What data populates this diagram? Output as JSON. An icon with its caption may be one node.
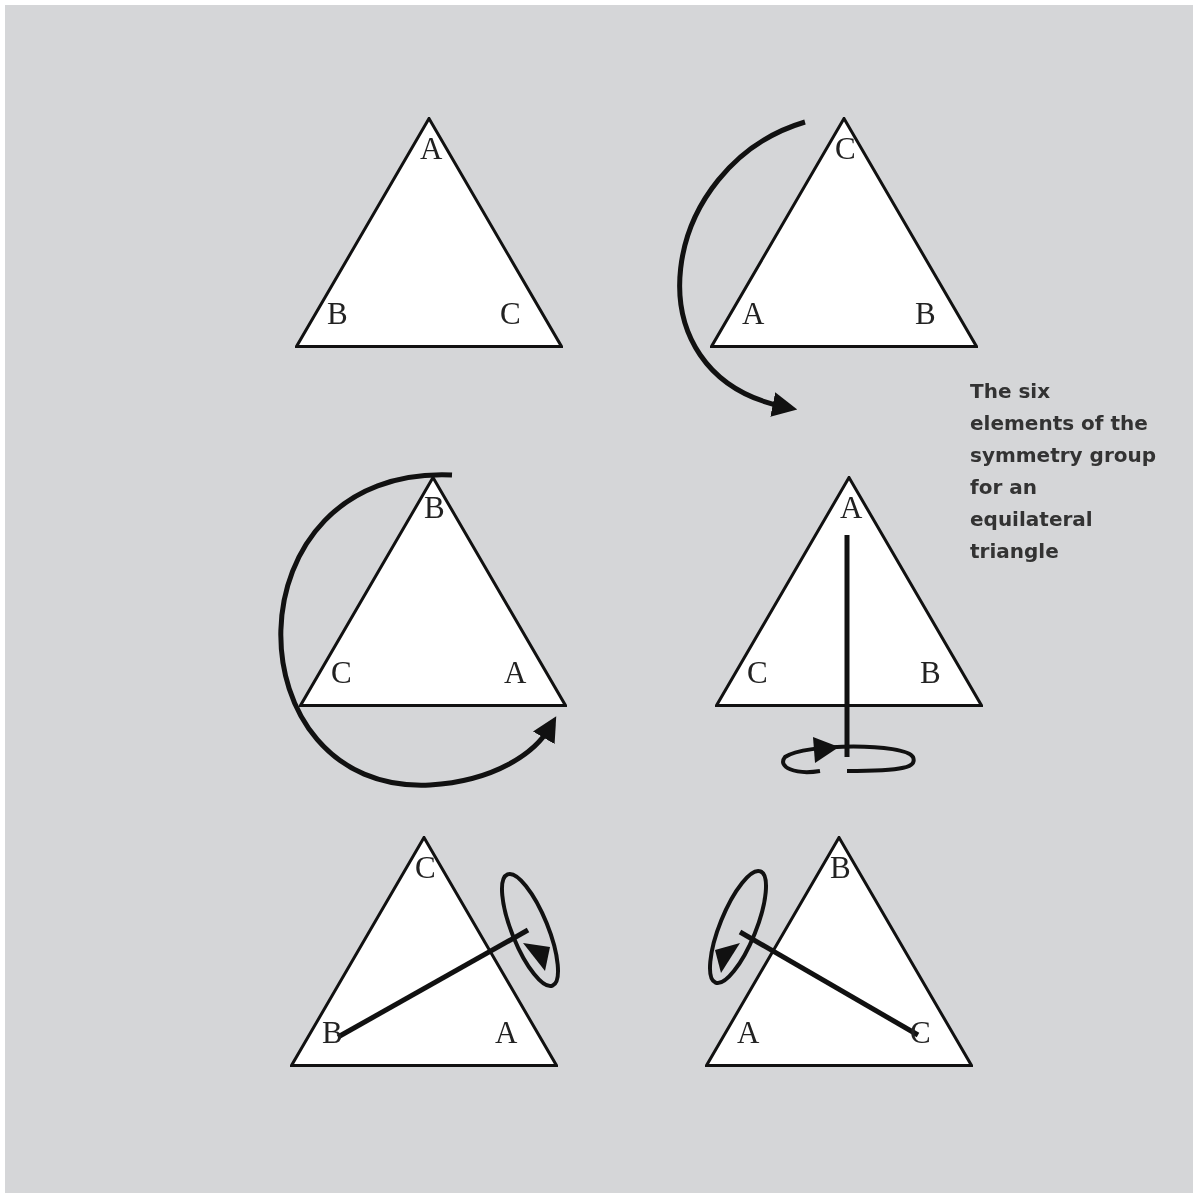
{
  "diagram": {
    "caption": "The six elements of the symmetry group for an equilateral triangle",
    "nodes": [
      {
        "text": [
          "A",
          "B",
          "C"
        ]
      },
      {
        "text": [
          "C",
          "A",
          "B"
        ]
      },
      {
        "text": [
          "B",
          "C",
          "A"
        ]
      },
      {
        "text": [
          "A",
          "C",
          "B"
        ]
      },
      {
        "text": [
          "C",
          "B",
          "A"
        ]
      },
      {
        "text": [
          "B",
          "A",
          "C"
        ]
      }
    ]
  }
}
